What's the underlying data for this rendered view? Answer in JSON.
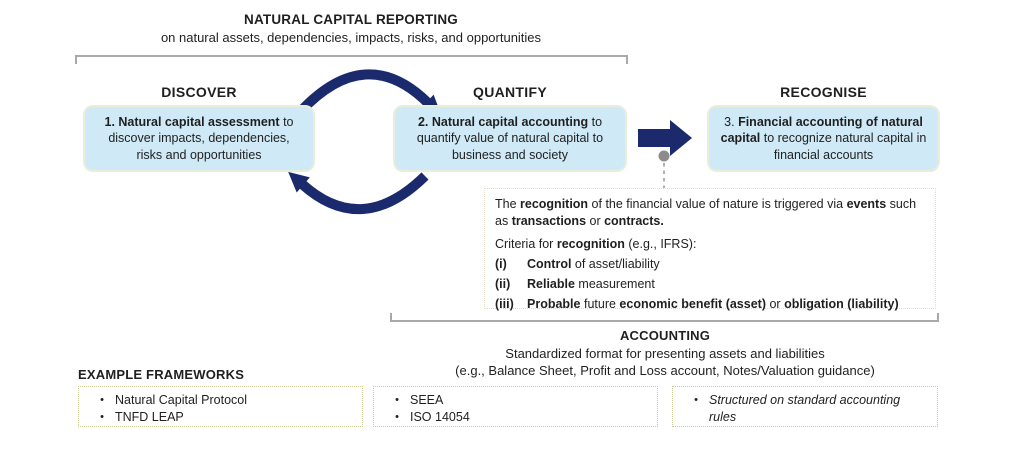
{
  "colors": {
    "arrow_navy": "#1a2a6c",
    "box_fill": "#cfe9f6",
    "box_border": "#e7efd8",
    "bracket_gray": "#a9a9a9",
    "connector_gray": "#8c8c8c",
    "framework_border": "#c6ca92",
    "callout_border": "#e4dbc9"
  },
  "header": {
    "title": "NATURAL CAPITAL REPORTING",
    "subtitle": "on natural assets, dependencies, impacts, risks, and opportunities"
  },
  "stages": [
    {
      "label": "DISCOVER",
      "segments": [
        {
          "t": "1. Natural capital assessment",
          "b": true
        },
        {
          "t": " to discover impacts, dependencies, risks and opportunities"
        }
      ]
    },
    {
      "label": "QUANTIFY",
      "segments": [
        {
          "t": "2. Natural capital accounting",
          "b": true
        },
        {
          "t": " to quantify value of natural capital to business and society"
        }
      ]
    },
    {
      "label": "RECOGNISE",
      "segments": [
        {
          "t": "3. "
        },
        {
          "t": "Financial accounting of natural capital",
          "b": true
        },
        {
          "t": " to recognize natural capital in financial accounts"
        }
      ]
    }
  ],
  "callout": {
    "intro": [
      {
        "t": "The "
      },
      {
        "t": "recognition",
        "b": true
      },
      {
        "t": " of the financial value of nature is triggered via "
      },
      {
        "t": "events",
        "b": true
      },
      {
        "t": " such as "
      },
      {
        "t": "transactions",
        "b": true
      },
      {
        "t": " or "
      },
      {
        "t": "contracts.",
        "b": true
      }
    ],
    "criteria_label": [
      {
        "t": "Criteria for "
      },
      {
        "t": "recognition",
        "b": true
      },
      {
        "t": " (e.g., IFRS):"
      }
    ],
    "criteria": [
      {
        "num": "(i)",
        "segments": [
          {
            "t": "Control",
            "b": true
          },
          {
            "t": " of asset/liability"
          }
        ]
      },
      {
        "num": "(ii)",
        "segments": [
          {
            "t": "Reliable",
            "b": true
          },
          {
            "t": " measurement"
          }
        ]
      },
      {
        "num": "(iii)",
        "segments": [
          {
            "t": "Probable",
            "b": true
          },
          {
            "t": " future "
          },
          {
            "t": "economic benefit (asset)",
            "b": true
          },
          {
            "t": " or "
          },
          {
            "t": "obligation (liability)",
            "b": true
          }
        ]
      }
    ]
  },
  "accounting": {
    "title": "ACCOUNTING",
    "line1": "Standardized format for presenting assets and liabilities",
    "line2": "(e.g., Balance Sheet, Profit and Loss account, Notes/Valuation guidance)"
  },
  "frameworks": {
    "heading": "EXAMPLE FRAMEWORKS",
    "boxes": [
      {
        "items": [
          "Natural Capital Protocol",
          "TNFD LEAP"
        ]
      },
      {
        "items": [
          "SEEA",
          "ISO 14054"
        ]
      },
      {
        "items": [
          "Structured on standard accounting rules"
        ]
      }
    ]
  },
  "icons": {
    "cycle_arrow": "circular-two-way-arrow",
    "flow_arrow": "block-arrow-right",
    "connector": "dot-with-dashed-line"
  }
}
